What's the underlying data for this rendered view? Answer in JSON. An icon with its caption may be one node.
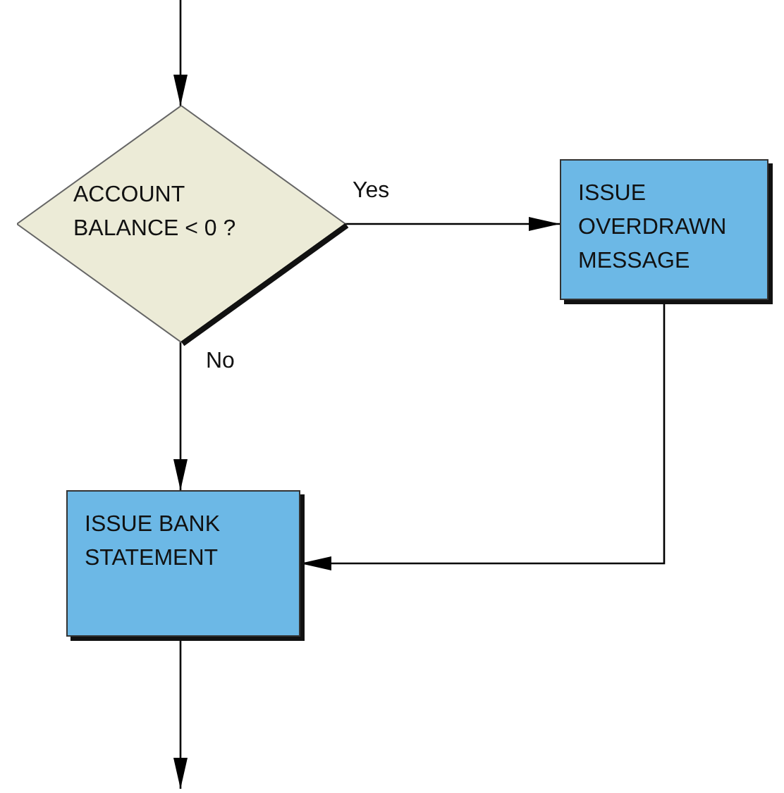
{
  "diagram": {
    "nodes": [
      {
        "text": [
          "ACCOUNT BALANCE < 0 ?"
        ]
      },
      {
        "text": [
          "ISSUE OVERDRAWN MESSAGE"
        ]
      },
      {
        "text": [
          "ISSUE BANK STATEMENT"
        ]
      }
    ],
    "edges": [
      {
        "from": null,
        "to": 0,
        "arrow": "to"
      },
      {
        "from": 0,
        "to": 1,
        "arrow": "to",
        "label": "Yes"
      },
      {
        "from": 0,
        "to": 2,
        "arrow": "to",
        "label": "No"
      },
      {
        "from": 1,
        "to": 2,
        "arrow": "to"
      },
      {
        "from": 2,
        "to": null,
        "arrow": "to"
      }
    ]
  }
}
